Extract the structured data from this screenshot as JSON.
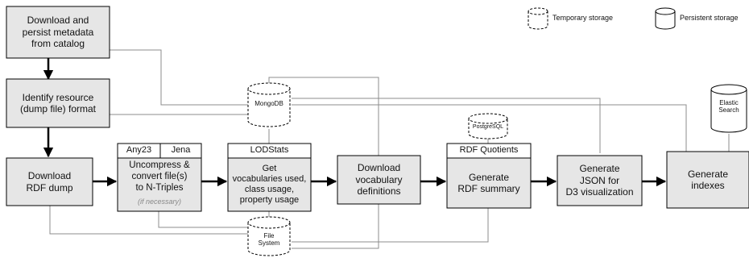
{
  "legend": {
    "temporary": "Temporary storage",
    "persistent": "Persistent storage"
  },
  "steps": {
    "download_metadata": "Download and\npersist metadata\nfrom catalog",
    "identify_format": "Identify resource\n(dump file) format",
    "download_dump": "Download\nRDF dump",
    "uncompress": "Uncompress &\nconvert file(s)\nto N-Triples",
    "uncompress_note": "(if necessary)",
    "get_vocab": "Get\nvocabularies used,\nclass usage,\nproperty usage",
    "download_vocab": "Download\nvocabulary\ndefinitions",
    "generate_summary": "Generate\nRDF summary",
    "generate_json": "Generate\nJSON for\nD3 visualization",
    "generate_indexes": "Generate\nindexes"
  },
  "tools": {
    "any23": "Any23",
    "jena": "Jena",
    "lodstats": "LODStats",
    "rdf_quotients": "RDF Quotients"
  },
  "stores": {
    "mongodb": "MongoDB",
    "postgresql": "PostgreSQL",
    "file_system": "File\nSystem",
    "elastic_search": "Elastic\nSearch"
  },
  "colors": {
    "box_fill": "#e6e6e6",
    "line": "#8c8c8c",
    "arrow": "#000000"
  }
}
